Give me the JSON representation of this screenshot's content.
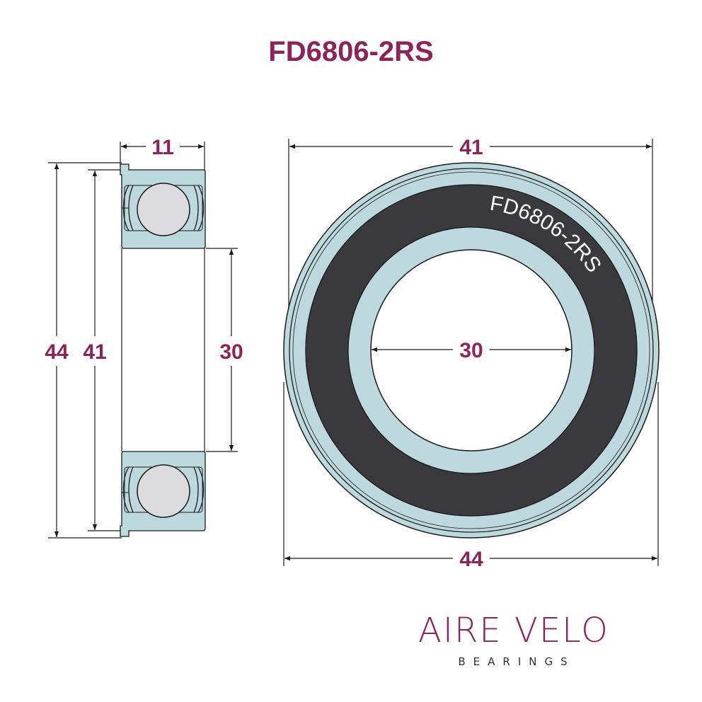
{
  "title": "FD6806-2RS",
  "side_view": {
    "width_label": "11",
    "flange_od_label": "44",
    "od_label": "41",
    "bore_label": "30"
  },
  "front_view": {
    "od_label": "41",
    "flange_od_label": "44",
    "bore_label": "30",
    "seal_text": "FD6806-2RS"
  },
  "brand": {
    "name": "AIRE VELO",
    "subtitle": "BEARINGS"
  },
  "colors": {
    "accent": "#8B2459",
    "ring": "#BDD9DE",
    "seal": "#3A393B",
    "ball": "#DCDCDE",
    "line": "#1A1A1A"
  }
}
